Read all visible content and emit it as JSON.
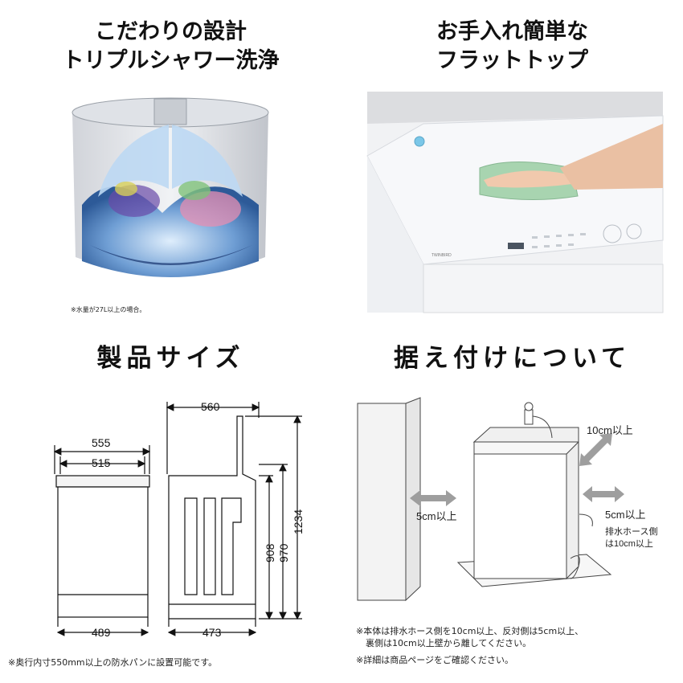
{
  "q1": {
    "title_line1": "こだわりの設計",
    "title_line2": "トリプルシャワー洗浄",
    "note": "※水量が27L以上の場合。"
  },
  "q2": {
    "title_line1": "お手入れ簡単な",
    "title_line2": "フラットトップ",
    "brand": "TWINBIRD"
  },
  "q3": {
    "title": "製品サイズ",
    "front": {
      "width_outer": "555",
      "width_inner": "515",
      "base": "489"
    },
    "side": {
      "depth_top": "560",
      "base": "473",
      "h1": "908",
      "h2": "970",
      "h3": "1234"
    },
    "note": "※奥行内寸550mm以上の防水パンに設置可能です。"
  },
  "q4": {
    "title": "据え付けについて",
    "label_top": "10cm以上",
    "label_left": "5cm以上",
    "label_right": "5cm以上",
    "label_hose_line1": "排水ホース側",
    "label_hose_line2": "は10cm以上",
    "note_line1": "※本体は排水ホース側を10cm以上、反対側は5cm以上、",
    "note_line2": "裏側は10cm以上壁から離してください。",
    "note_line3": "※詳細は商品ページをご確認ください。"
  },
  "colors": {
    "water": "#3a6fb0",
    "arrow": "#9e9e9e",
    "towel": "#a8d4b0"
  },
  "icons": [
    "double-arrow-icon",
    "faucet-icon",
    "drain-hose-icon"
  ]
}
